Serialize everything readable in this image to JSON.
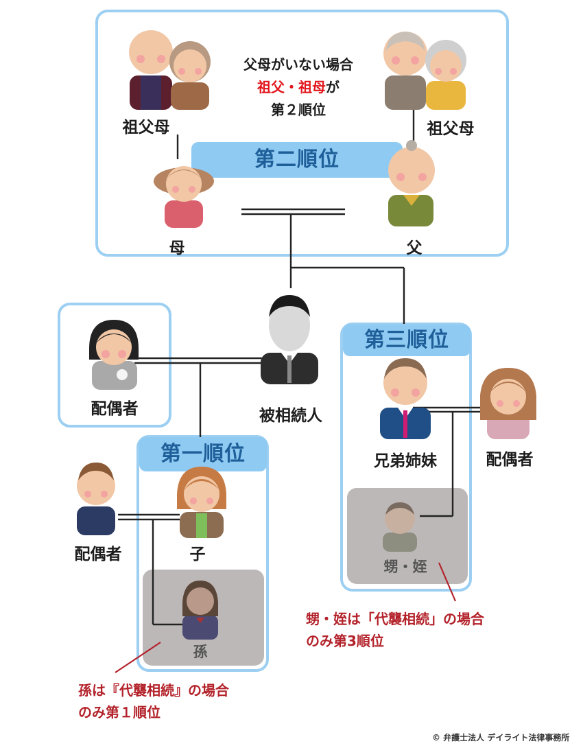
{
  "center_note": {
    "line1": "父母がいない場合",
    "line2_red": "祖父・祖母",
    "line2_rest": "が",
    "line3": "第２順位"
  },
  "ranks": {
    "second": "第二順位",
    "third": "第三順位",
    "first": "第一順位"
  },
  "labels": {
    "grandparents_left": "祖父母",
    "grandparents_right": "祖父母",
    "mother": "母",
    "father": "父",
    "deceased": "被相続人",
    "spouse": "配偶者",
    "siblings": "兄弟姉妹",
    "siblings_spouse": "配偶者",
    "child": "子",
    "child_spouse": "配偶者",
    "grandchild": "孫",
    "nephew_niece": "甥・姪"
  },
  "notes": {
    "nephew_line1": "甥・姪は「代襲相続」の場合",
    "nephew_line2": "のみ第3順位",
    "grandchild_line1": "孫は『代襲相続』の場合",
    "grandchild_line2": "のみ第１順位"
  },
  "copyright": "© 弁護士法人 デイライト法律事務所",
  "colors": {
    "box_border": "#9ccff2",
    "rank_bg": "#8fcaf3",
    "rank_text": "#1f5f99",
    "note_red": "#b3222a",
    "highlight_red": "#e2161c",
    "grey_panel": "#bdb8b8"
  }
}
